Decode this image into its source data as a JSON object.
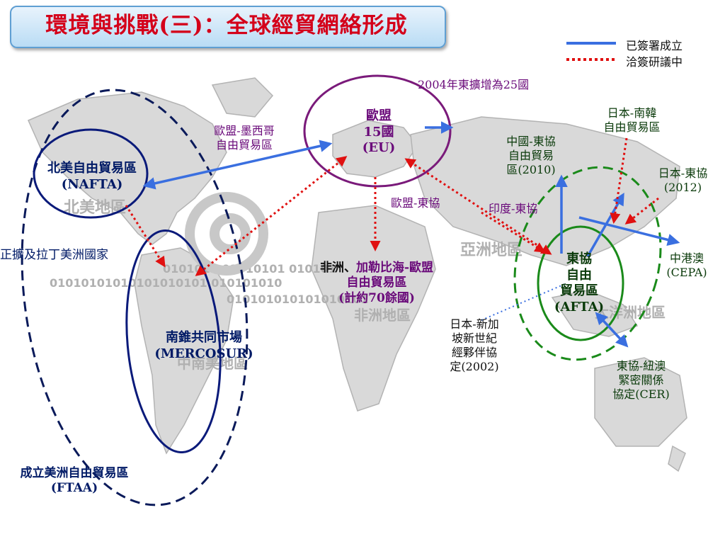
{
  "title": "環境與挑戰(三)：全球經貿網絡形成",
  "legend": {
    "established": "已簽署成立",
    "negotiating": "洽簽研議中"
  },
  "colors": {
    "title_red": "#d4001a",
    "established_blue": "#3a6fe0",
    "negotiating_red": "#e01010",
    "nafta_navy": "#0a1a7a",
    "eu_purple": "#7a1a7a",
    "afta_green": "#1a8a1a"
  },
  "map_watermarks": [
    {
      "id": "north-america",
      "text": "北美地區"
    },
    {
      "id": "asia",
      "text": "亞洲地區"
    },
    {
      "id": "africa",
      "text": "非洲地區"
    },
    {
      "id": "oceania",
      "text": "大洋洲地區"
    },
    {
      "id": "south-america",
      "text": "中南美地區"
    },
    {
      "id": "binary-1",
      "text": "0101010 01010101 010101"
    },
    {
      "id": "binary-2",
      "text": "01010101010101010101 010101010"
    },
    {
      "id": "binary-3",
      "text": "010101010101010101"
    }
  ],
  "blocs": {
    "eu": {
      "line1": "歐盟",
      "line2": "15國",
      "line3": "(EU)",
      "note": "2004年東擴增為25國"
    },
    "nafta": {
      "line1": "北美自由貿易區",
      "line2": "(NAFTA)"
    },
    "mercosur": {
      "line1": "南錐共同市場",
      "line2": "(MERCOSUR)"
    },
    "afta": {
      "line1": "東協",
      "line2": "自由",
      "line3": "貿易區",
      "line4": "(AFTA)"
    },
    "ftaa": {
      "line1": "成立美洲自由貿易區",
      "line2": "(FTAA)"
    },
    "latin_expansion": "正擴及拉丁美洲國家"
  },
  "agreements": {
    "eu_mexico": {
      "line1": "歐盟-墨西哥",
      "line2": "自由貿易區"
    },
    "eu_asean": "歐盟-東協",
    "india_asean": "印度-東協",
    "acp": {
      "part1": "非洲、",
      "part2": "加勒比海-歐盟",
      "line2": "自由貿易區",
      "line3": "(計約70餘國)"
    },
    "china_asean": {
      "line1": "中國-東協",
      "line2": "自由貿易",
      "line3": "區(2010)"
    },
    "japan_korea": {
      "line1": "日本-南韓",
      "line2": "自由貿易區"
    },
    "japan_asean": {
      "line1": "日本-東協",
      "line2": "(2012)"
    },
    "cepa": {
      "line1": "中港澳",
      "line2": "(CEPA)"
    },
    "japan_singapore": {
      "line1": "日本-新加",
      "line2": "坡新世紀",
      "line3": "經夥伴協",
      "line4": "定(2002)"
    },
    "asean_cer": {
      "line1": "東協-紐澳",
      "line2": "緊密關係",
      "line3": "協定(CER)"
    }
  }
}
